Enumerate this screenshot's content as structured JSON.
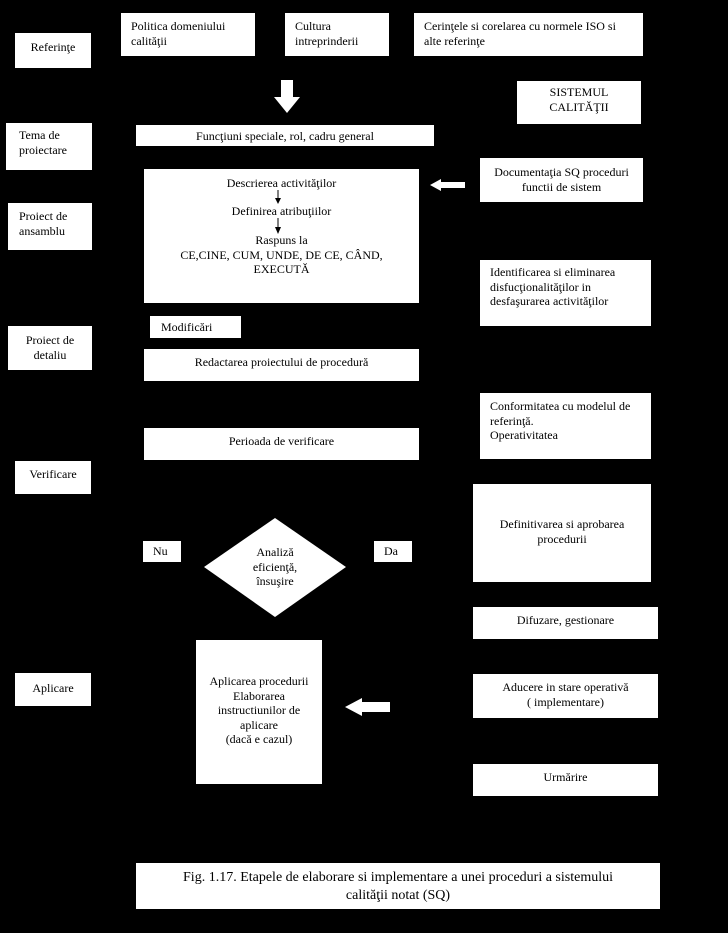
{
  "colors": {
    "background": "#000000",
    "box_fill": "#ffffff",
    "text": "#000000"
  },
  "stages": {
    "referinte": "Referinţe",
    "tema_proiectare": "Tema de\nproiectare",
    "proiect_ansamblu": "Proiect de\nansamblu",
    "proiect_detaliu": "Proiect de\ndetaliu",
    "verificare": "Verificare",
    "aplicare": "Aplicare"
  },
  "references": {
    "politica": "Politica domeniului\ncalităţii",
    "cultura": "Cultura\nintreprinderii",
    "cerinte": "Cerinţele si corelarea cu normele ISO si\nalte referinţe"
  },
  "sistem": "SISTEMUL\nCALITĂŢII",
  "main_flow": {
    "functiuni": "Funcţiuni speciale, rol, cadru general",
    "descrierea": "Descrierea activităţilor",
    "definirea": "Definirea atribuţiilor",
    "raspuns": "Raspuns la\nCE,CINE, CUM, UNDE, DE CE, CÂND,\nEXECUTĂ",
    "modificari": "Modificări",
    "redactarea": "Redactarea proiectului de procedură",
    "perioada": "Perioada de verificare",
    "decizie": "Analiză\neficienţă,\nînsuşire",
    "nu": "Nu",
    "da": "Da",
    "aplicarea": "Aplicarea procedurii\nElaborarea\ninstructiunilor de\naplicare\n(dacă e cazul)"
  },
  "side_notes": {
    "documentatia": "Documentaţia SQ proceduri\nfunctii de sistem",
    "identificarea": "Identificarea si eliminarea\ndisfucţionalităţilor in\ndesfaşurarea activităţilor",
    "conformitatea": "Conformitatea cu modelul de\nreferinţă.\nOperativitatea",
    "definitivarea": "Definitivarea si aprobarea\nprocedurii",
    "difuzare": "Difuzare, gestionare",
    "aducere": "Aducere in stare operativă\n( implementare)",
    "urmarire": "Urmărire"
  },
  "caption": "Fig. 1.17. Etapele de elaborare si implementare a unei proceduri a sistemului\ncalităţii notat (SQ)"
}
